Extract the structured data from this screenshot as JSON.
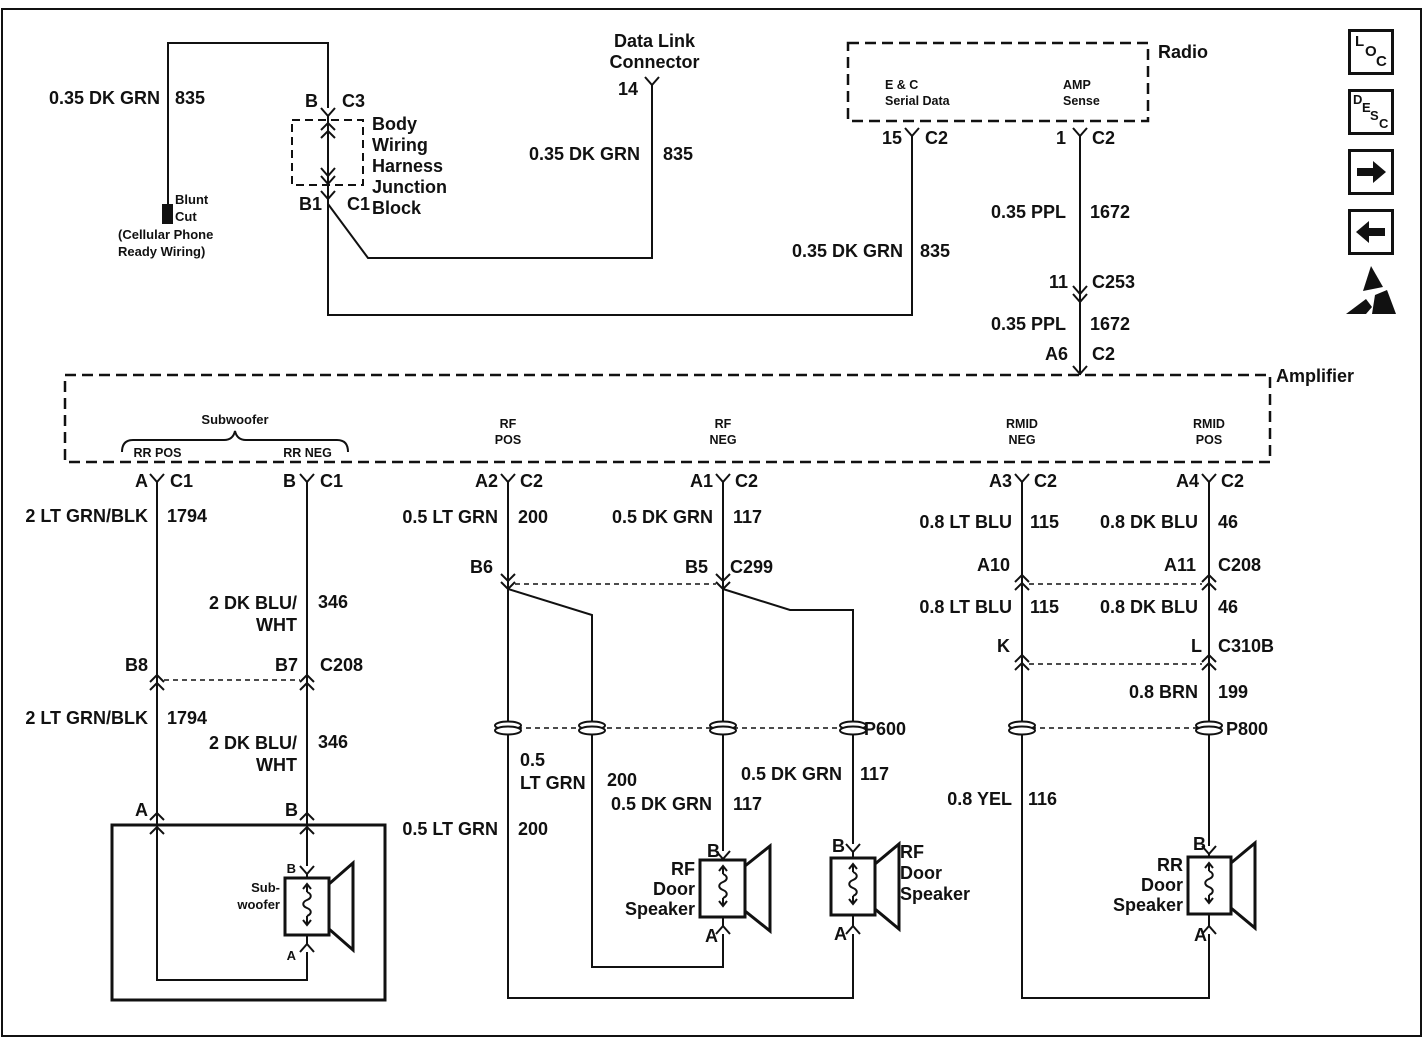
{
  "toolbar": {
    "loc_letters": [
      "L",
      "O",
      "C"
    ],
    "desc_letters": [
      "D",
      "E",
      "S",
      "C"
    ],
    "icons": {
      "next": "right-arrow-icon",
      "prev": "left-arrow-icon",
      "esd": "esd-warning-icon"
    }
  },
  "top_left": {
    "wire_color": "0.35 DK GRN",
    "circuit": "835",
    "blunt_cut": "Blunt Cut",
    "cellular_note": "(Cellular Phone\nReady Wiring)",
    "pin_b": "B",
    "conn_c3": "C3",
    "junction_block": "Body\nWiring\nHarness\nJunction\nBlock",
    "pin_b1": "B1",
    "conn_c1": "C1"
  },
  "dlc": {
    "title": "Data Link\nConnector",
    "pin": "14",
    "wire_color": "0.35 DK GRN",
    "circuit": "835"
  },
  "radio": {
    "title": "Radio",
    "ec_serial": "E & C\nSerial Data",
    "amp_sense": "AMP\nSense",
    "pin_15": "15",
    "conn_15": "C2",
    "pin_1": "1",
    "conn_1": "C2",
    "serial_wire_color": "0.35 DK GRN",
    "serial_circuit": "835"
  },
  "amp_sense_wire": {
    "color_1": "0.35 PPL",
    "circuit_1": "1672",
    "pin_11": "11",
    "conn_c253": "C253",
    "color_2": "0.35 PPL",
    "circuit_2": "1672",
    "pin_a6": "A6",
    "conn_a6": "C2"
  },
  "amplifier": {
    "title": "Amplifier",
    "bracket": "Subwoofer",
    "out_rr_pos": "RR POS",
    "out_rr_neg": "RR NEG",
    "out_rf_pos": "RF\nPOS",
    "out_rf_neg": "RF\nNEG",
    "out_rmid_neg": "RMID\nNEG",
    "out_rmid_pos": "RMID\nPOS",
    "pins": [
      {
        "pin": "A",
        "conn": "C1"
      },
      {
        "pin": "B",
        "conn": "C1"
      },
      {
        "pin": "A2",
        "conn": "C2"
      },
      {
        "pin": "A1",
        "conn": "C2"
      },
      {
        "pin": "A3",
        "conn": "C2"
      },
      {
        "pin": "A4",
        "conn": "C2"
      }
    ]
  },
  "subwoofer_circuit": {
    "pos_upper_color": "2 LT GRN/BLK",
    "pos_upper_circuit": "1794",
    "neg_upper_color": "2 DK BLU/\nWHT",
    "neg_upper_circuit": "346",
    "pin_b8": "B8",
    "pin_b7": "B7",
    "conn_c208": "C208",
    "pos_lower_color": "2 LT GRN/BLK",
    "pos_lower_circuit": "1794",
    "neg_lower_color": "2 DK BLU/\nWHT",
    "neg_lower_circuit": "346",
    "pin_a": "A",
    "pin_b": "B",
    "speaker_label": "Sub-\nwoofer",
    "speaker_pin_b": "B",
    "speaker_pin_a": "A"
  },
  "rf_circuit": {
    "pos_color": "0.5 LT GRN",
    "pos_circuit": "200",
    "neg_color": "0.5 DK GRN",
    "neg_circuit": "117",
    "pin_b6": "B6",
    "pin_b5": "B5",
    "conn_c299": "C299",
    "grommet": "P600",
    "pos_branch_color": "0.5\nLT GRN",
    "pos_branch_circuit": "200",
    "neg_branch_color": "0.5 DK GRN",
    "neg_branch_circuit": "117",
    "neg_lower_color": "0.5 DK GRN",
    "neg_lower_circuit": "117",
    "pos_lower_color": "0.5 LT GRN",
    "pos_lower_circuit": "200",
    "speaker1": {
      "pin_b": "B",
      "label": "RF\nDoor\nSpeaker",
      "pin_a": "A"
    },
    "speaker2": {
      "pin_b": "B",
      "label": "RF\nDoor\nSpeaker",
      "pin_a": "A"
    }
  },
  "rmid_circuit": {
    "neg_upper_color": "0.8 LT BLU",
    "neg_upper_circuit": "115",
    "pos_upper_color": "0.8 DK BLU",
    "pos_upper_circuit": "46",
    "pin_a10": "A10",
    "pin_a11": "A11",
    "conn_c208": "C208",
    "neg_mid_color": "0.8 LT BLU",
    "neg_mid_circuit": "115",
    "pos_mid_color": "0.8 DK BLU",
    "pos_mid_circuit": "46",
    "pin_k": "K",
    "pin_l": "L",
    "conn_c310b": "C310B",
    "brn_color": "0.8 BRN",
    "brn_circuit": "199",
    "grommet": "P800",
    "yel_color": "0.8 YEL",
    "yel_circuit": "116",
    "speaker": {
      "pin_b": "B",
      "label": "RR\nDoor\nSpeaker",
      "pin_a": "A"
    }
  },
  "colors": {
    "ink": "#111111",
    "background": "#ffffff"
  }
}
